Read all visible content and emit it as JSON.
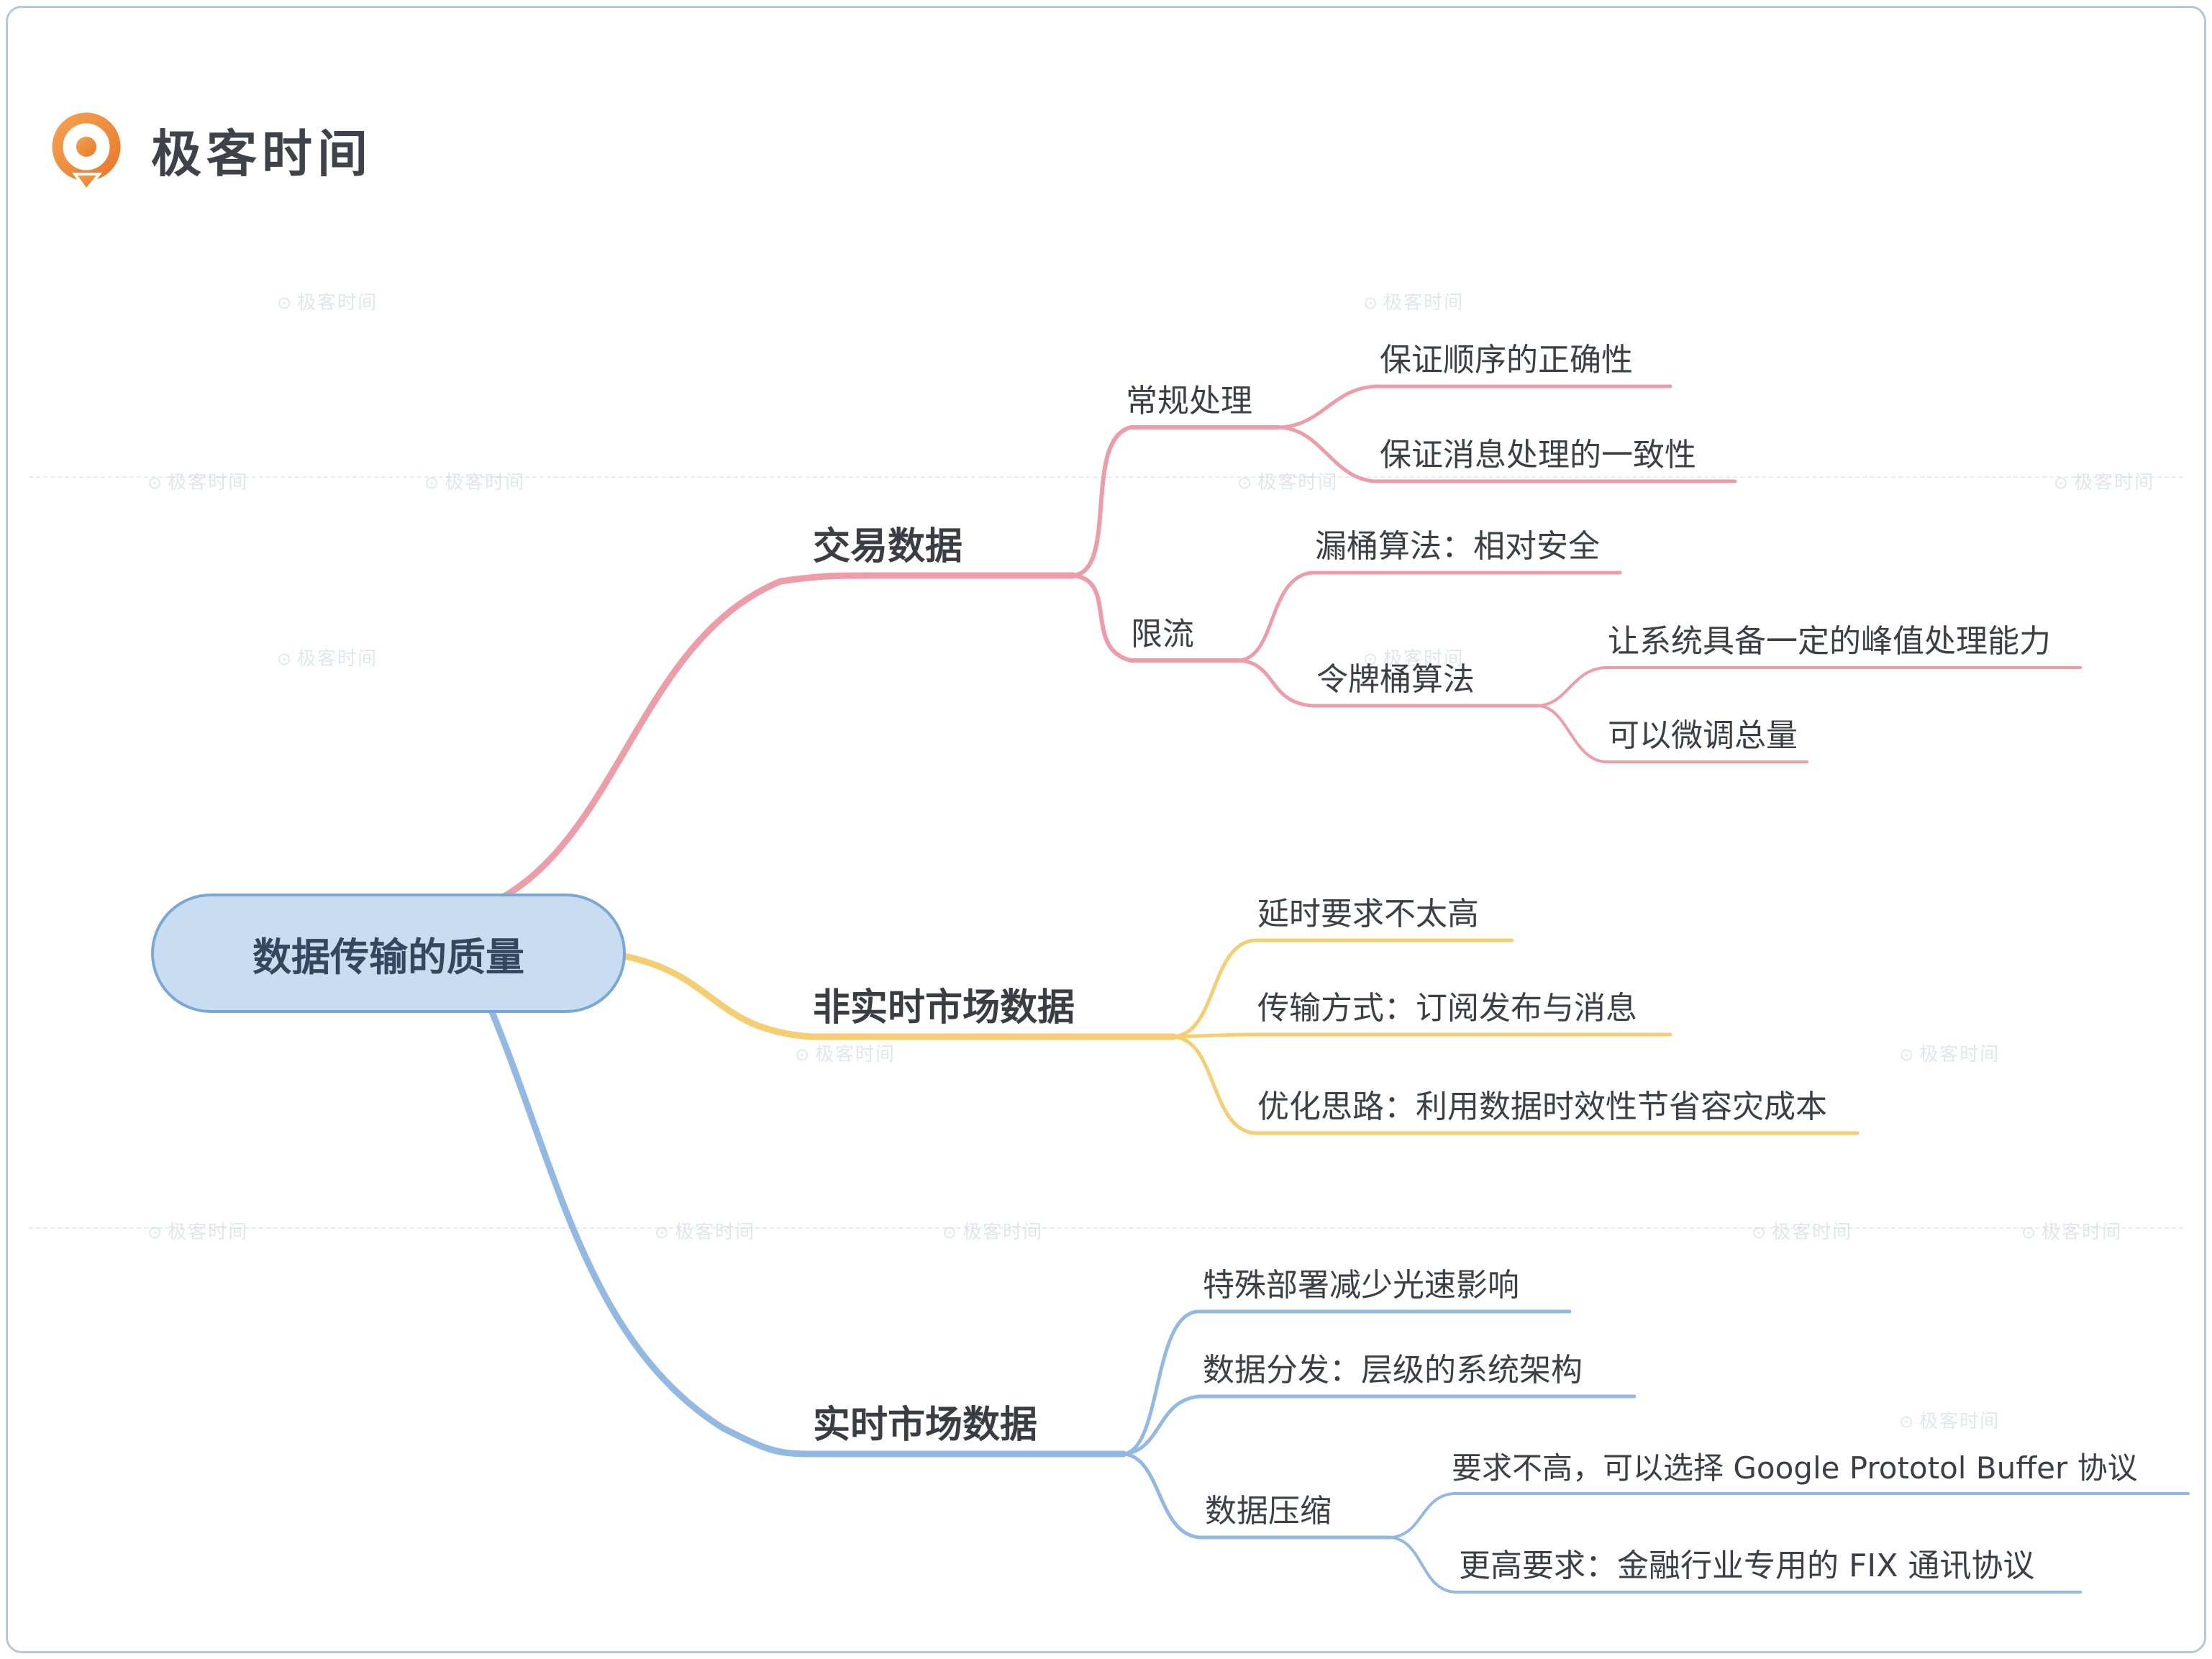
{
  "brand": {
    "title": "极客时间"
  },
  "watermark": {
    "icon": "⊙",
    "label": "极客时间"
  },
  "colors": {
    "branch_transaction": "#ec9da7",
    "branch_non_realtime": "#f5ce74",
    "branch_realtime": "#92b9e2",
    "root_fill": "#c8ddf2",
    "root_border": "#7aa7d4",
    "logo_orange": "#ee8435"
  },
  "mindmap": {
    "root": {
      "label": "数据传输的质量"
    },
    "branches": [
      {
        "label": "交易数据",
        "color": "#ec9da7",
        "children": [
          {
            "label": "常规处理",
            "children": [
              {
                "label": "保证顺序的正确性"
              },
              {
                "label": "保证消息处理的一致性"
              }
            ]
          },
          {
            "label": "限流",
            "children": [
              {
                "label": "漏桶算法：相对安全"
              },
              {
                "label": "令牌桶算法",
                "children": [
                  {
                    "label": "让系统具备一定的峰值处理能力"
                  },
                  {
                    "label": "可以微调总量"
                  }
                ]
              }
            ]
          }
        ]
      },
      {
        "label": "非实时市场数据",
        "color": "#f5ce74",
        "children": [
          {
            "label": "延时要求不太高"
          },
          {
            "label": "传输方式：订阅发布与消息"
          },
          {
            "label": "优化思路：利用数据时效性节省容灾成本"
          }
        ]
      },
      {
        "label": "实时市场数据",
        "color": "#92b9e2",
        "children": [
          {
            "label": "特殊部署减少光速影响"
          },
          {
            "label": "数据分发：层级的系统架构"
          },
          {
            "label": "数据压缩",
            "children": [
              {
                "label": "要求不高，可以选择 Google Prototol Buffer 协议"
              },
              {
                "label": "更高要求：金融行业专用的 FIX 通讯协议"
              }
            ]
          }
        ]
      }
    ]
  }
}
